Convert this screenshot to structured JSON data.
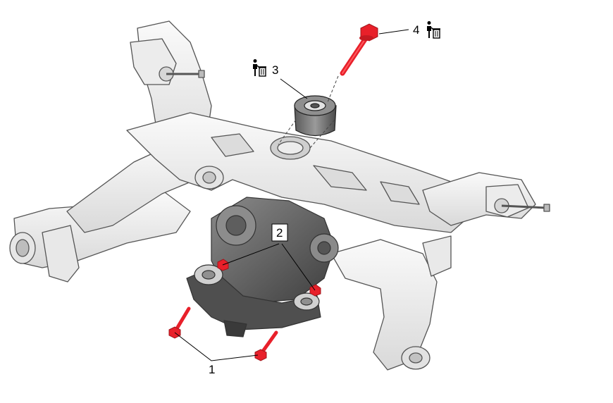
{
  "diagram": {
    "callouts": [
      {
        "id": "1",
        "label": "1"
      },
      {
        "id": "2",
        "label": "2"
      },
      {
        "id": "3",
        "label": "3"
      },
      {
        "id": "4",
        "label": "4"
      }
    ],
    "icons": {
      "callout_3": "disposal-icon",
      "callout_4": "disposal-icon"
    },
    "colors": {
      "highlight": "#e8202a",
      "frame": "#f2f2f2",
      "frame_shadow": "#c9c9c9",
      "outline": "#555555",
      "diff_housing": "#6f6f6f",
      "leader": "#000000"
    }
  }
}
